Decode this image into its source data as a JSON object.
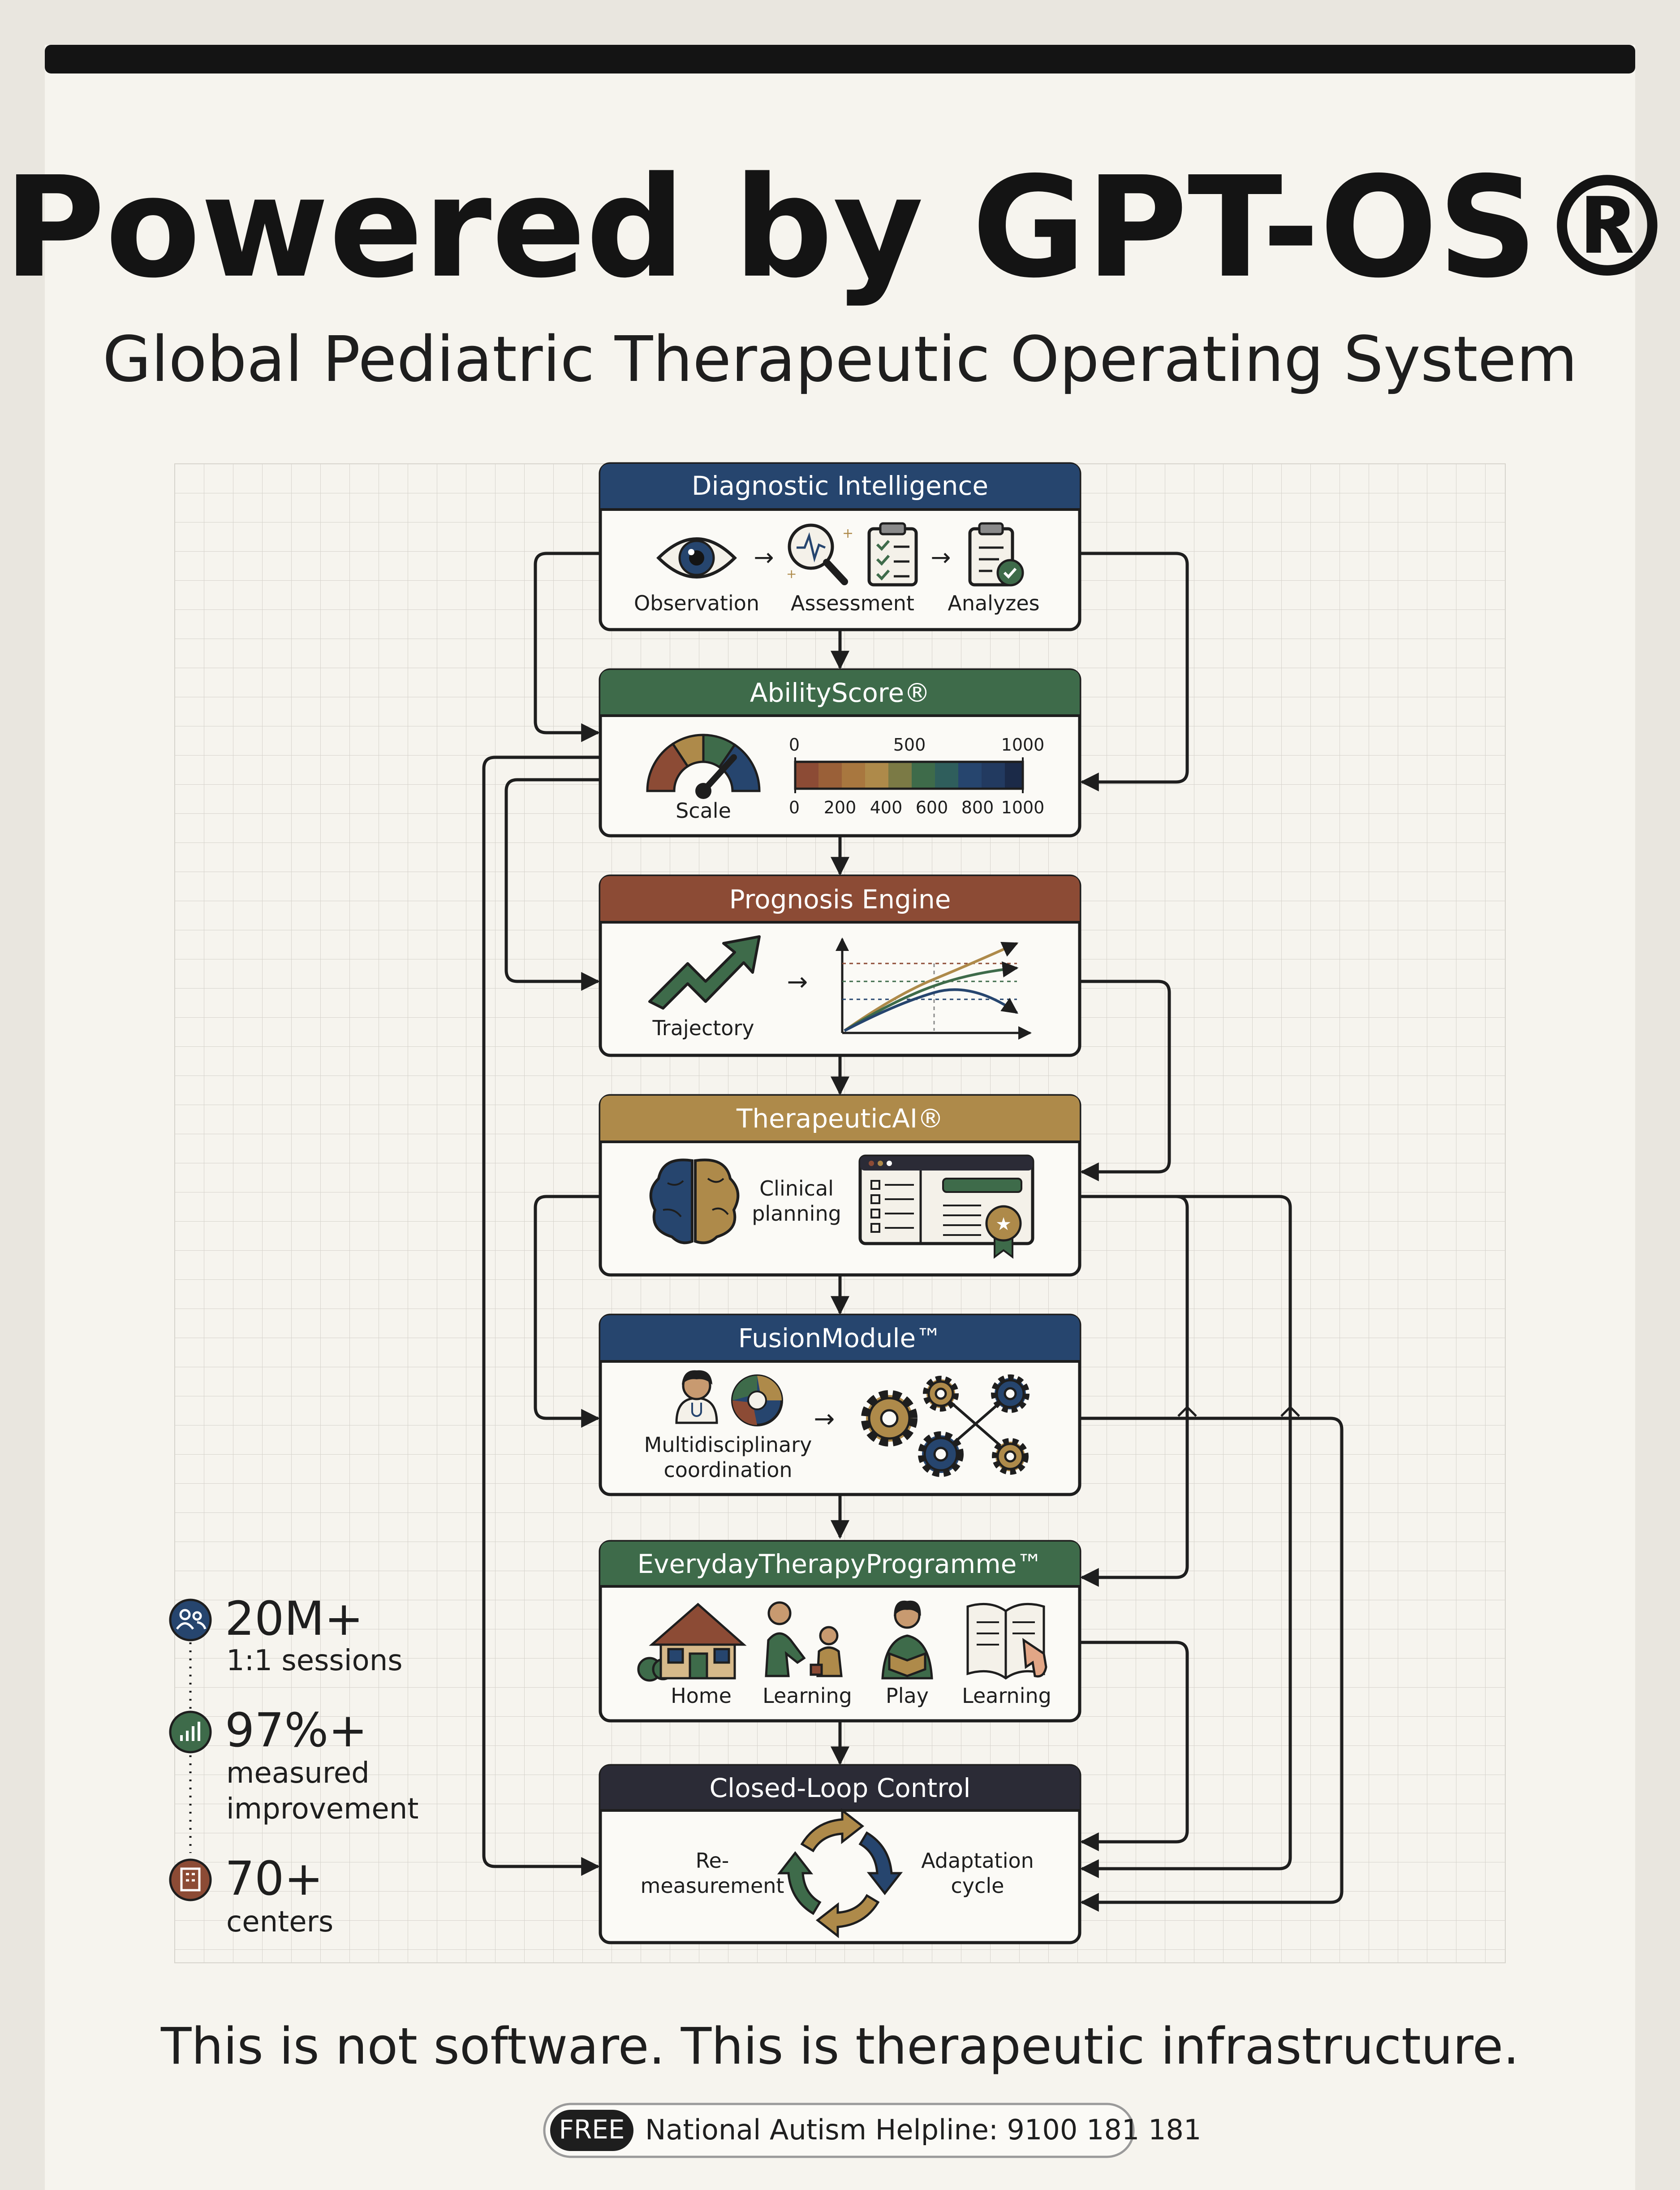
{
  "title": "Powered by GPT-OS®",
  "subtitle": "Global Pediatric Therapeutic Operating System",
  "colors": {
    "navy": "#26456e",
    "green": "#3e6b4a",
    "rust": "#8c4b35",
    "gold": "#ae8a4a",
    "dark": "#2b2b36",
    "paper": "#f6f4ee"
  },
  "modules": {
    "diagnostic": {
      "title": "Diagnostic Intelligence",
      "steps": [
        "Observation",
        "Assessment",
        "Analyzes"
      ]
    },
    "ability": {
      "title": "AbilityScore®",
      "gauge_label": "Scale",
      "top_ticks": [
        "0",
        "500",
        "1000"
      ],
      "bottom_ticks": [
        "0",
        "200",
        "400",
        "600",
        "800",
        "1000"
      ]
    },
    "prognosis": {
      "title": "Prognosis Engine",
      "icon_label": "Trajectory"
    },
    "therapeutic": {
      "title": "TherapeuticAI®",
      "label_line1": "Clinical",
      "label_line2": "planning"
    },
    "fusion": {
      "title": "FusionModule™",
      "label_line1": "Multidisciplinary",
      "label_line2": "coordination"
    },
    "everyday": {
      "title": "EverydayTherapyProgramme™",
      "items": [
        "Home",
        "Learning",
        "Play",
        "Learning"
      ]
    },
    "closed": {
      "title": "Closed-Loop Control",
      "left_line1": "Re-",
      "left_line2": "measurement",
      "right_line1": "Adaptation",
      "right_line2": "cycle"
    }
  },
  "stats": [
    {
      "icon": "people-icon",
      "value": "20M+",
      "lines": [
        "1:1 sessions"
      ]
    },
    {
      "icon": "bar-chart-icon",
      "value": "97%+",
      "lines": [
        "measured",
        "improvement"
      ]
    },
    {
      "icon": "building-icon",
      "value": "70+",
      "lines": [
        "centers"
      ]
    }
  ],
  "tagline": "This is not software. This is therapeutic infrastructure.",
  "helpline": {
    "badge": "FREE",
    "text": "National Autism Helpline: 9100 181 181"
  }
}
